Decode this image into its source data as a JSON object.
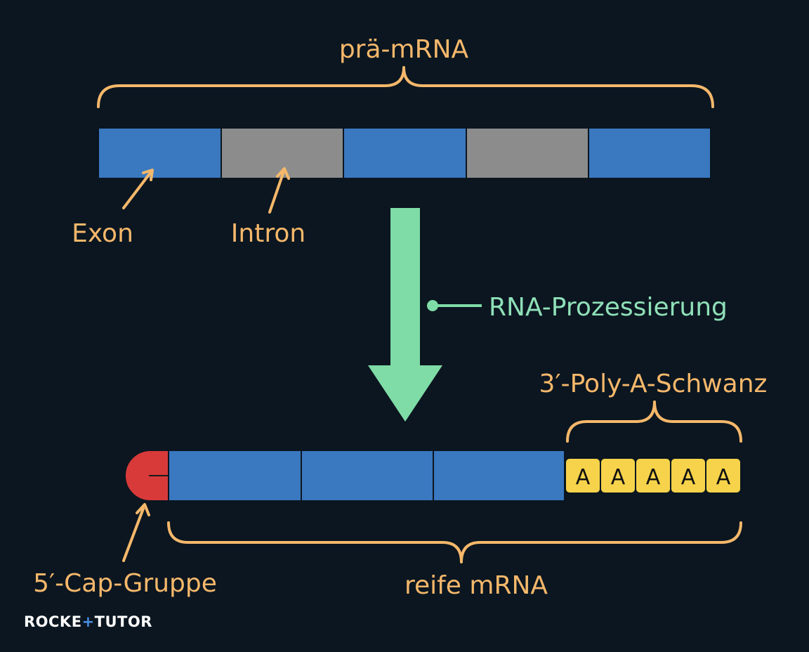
{
  "labels": {
    "pre_mrna": "prä-mRNA",
    "exon": "Exon",
    "intron": "Intron",
    "processing": "RNA-Prozessierung",
    "poly_a_tail": "3′-Poly-A-Schwanz",
    "cap": "5′-Cap-Gruppe",
    "mature_mrna": "reife mRNA"
  },
  "poly_a": [
    "A",
    "A",
    "A",
    "A",
    "A"
  ],
  "brand": {
    "part1": "ROCKE",
    "part2": "TUTO",
    "part3": "R"
  },
  "colors": {
    "background": "#0b1620",
    "exon": "#3a78c0",
    "intron": "#8c8c8c",
    "cap": "#d83a3a",
    "poly_a": "#f6d34a",
    "bracket_and_labels": "#f6b86b",
    "processing_arrow": "#7fdca6",
    "brand_accent": "#4a90e2"
  }
}
